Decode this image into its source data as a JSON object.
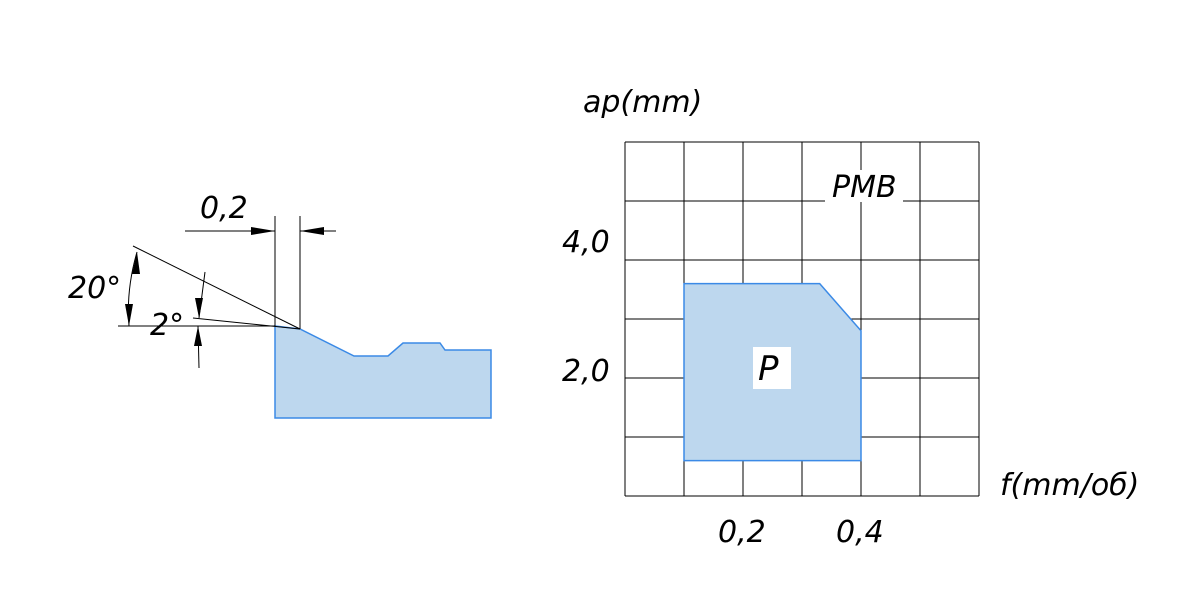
{
  "insert_profile": {
    "dimension_label": "0,2",
    "angle_primary_label": "20°",
    "angle_secondary_label": "2°"
  },
  "chart": {
    "y_axis_label": "ap(mm)",
    "x_axis_label": "f(mm/об)",
    "y_tick_labels": [
      "4,0",
      "2,0"
    ],
    "x_tick_labels": [
      "0,2",
      "0,4"
    ],
    "region_label": "P",
    "corner_label": "PMB"
  },
  "chart_data": {
    "type": "area",
    "xlabel": "f(mm/об)",
    "ylabel": "ap(mm)",
    "x_ticks": [
      0.2,
      0.4
    ],
    "y_ticks": [
      2.0,
      4.0
    ],
    "grid": true,
    "region": {
      "name": "P",
      "polygon": [
        {
          "f": 0.1,
          "ap": 0.6
        },
        {
          "f": 0.1,
          "ap": 3.6
        },
        {
          "f": 0.33,
          "ap": 3.6
        },
        {
          "f": 0.4,
          "ap": 2.8
        },
        {
          "f": 0.4,
          "ap": 0.6
        }
      ]
    }
  },
  "colors": {
    "fill": "#bdd7ee",
    "outline": "#3b8ae6",
    "ink": "#000000"
  }
}
